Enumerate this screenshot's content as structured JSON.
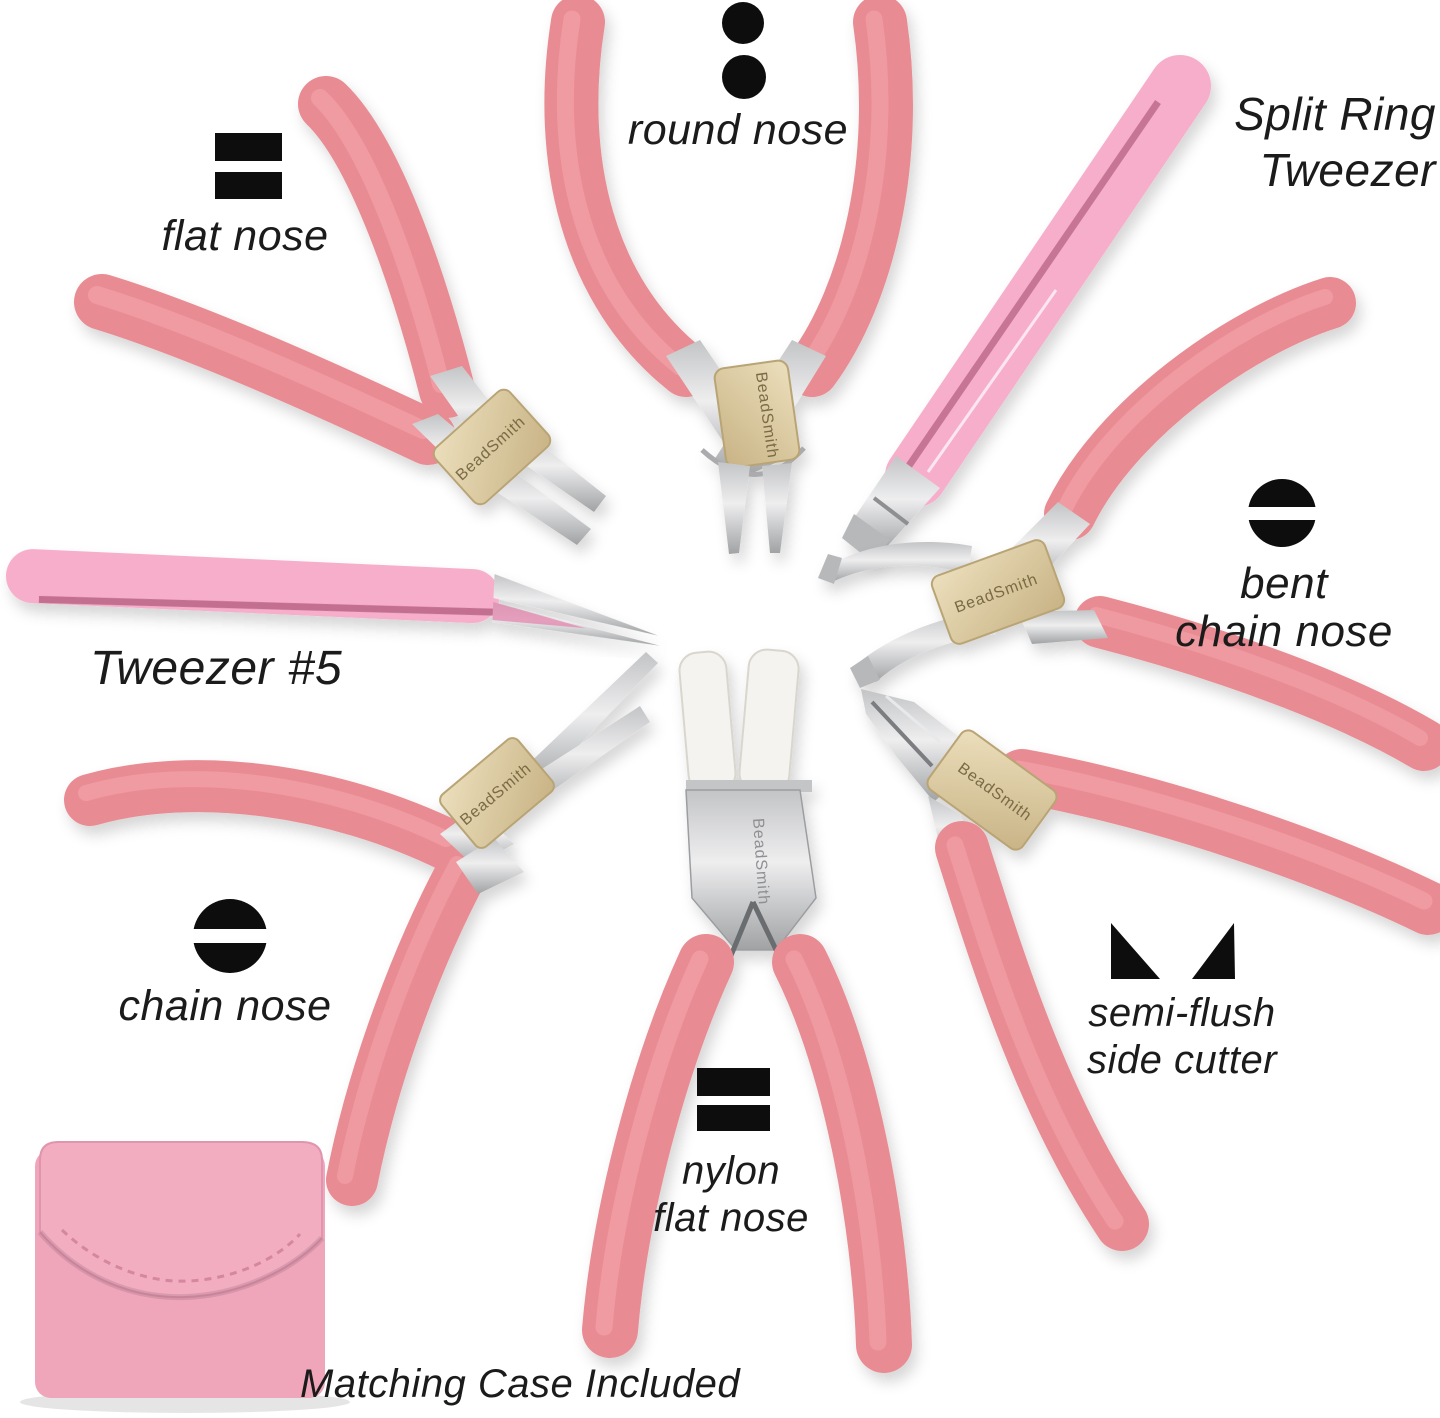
{
  "photo": {
    "description": "BeadSmith pink jewelry pliers tool kit arranged in a circle on white",
    "background": "#ffffff",
    "brand_stamp": "BeadSmith"
  },
  "colors": {
    "handle_pink": "#e98b92",
    "handle_highlight": "#f4a9ad",
    "tweezer_pink": "#f6aecb",
    "tweezer_edge": "#a84f70",
    "metal_light": "#f0f0f1",
    "metal_dark": "#a9abad",
    "brass_plate": "#decfa9",
    "nylon_white": "#f5f3ef",
    "case_pink": "#efa6bb",
    "case_flap_pink": "#f2adc1",
    "label_text": "#1b1b1b",
    "icon_black": "#0d0d0d"
  },
  "tools": [
    {
      "id": "flat-nose",
      "label": "flat nose",
      "icon": "equals"
    },
    {
      "id": "round-nose",
      "label": "round nose",
      "icon": "two-dots"
    },
    {
      "id": "split-ring-tweezer",
      "label": "Split Ring Tweezer",
      "label_lines": [
        "Split Ring",
        "Tweezer"
      ],
      "icon": "none"
    },
    {
      "id": "bent-chain-nose",
      "label": "bent chain nose",
      "label_lines": [
        "bent",
        "chain nose"
      ],
      "icon": "slotted-circle"
    },
    {
      "id": "tweezer-5",
      "label": "Tweezer #5",
      "icon": "none"
    },
    {
      "id": "chain-nose",
      "label": "chain nose",
      "icon": "slotted-circle"
    },
    {
      "id": "nylon-flat-nose",
      "label": "nylon flat nose",
      "label_lines": [
        "nylon",
        "flat nose"
      ],
      "icon": "equals"
    },
    {
      "id": "semi-flush-side-cutter",
      "label": "semi-flush side cutter",
      "label_lines": [
        "semi-flush",
        "side cutter"
      ],
      "icon": "twin-blades"
    },
    {
      "id": "matching-case",
      "label": "Matching Case Included",
      "icon": "none"
    }
  ]
}
